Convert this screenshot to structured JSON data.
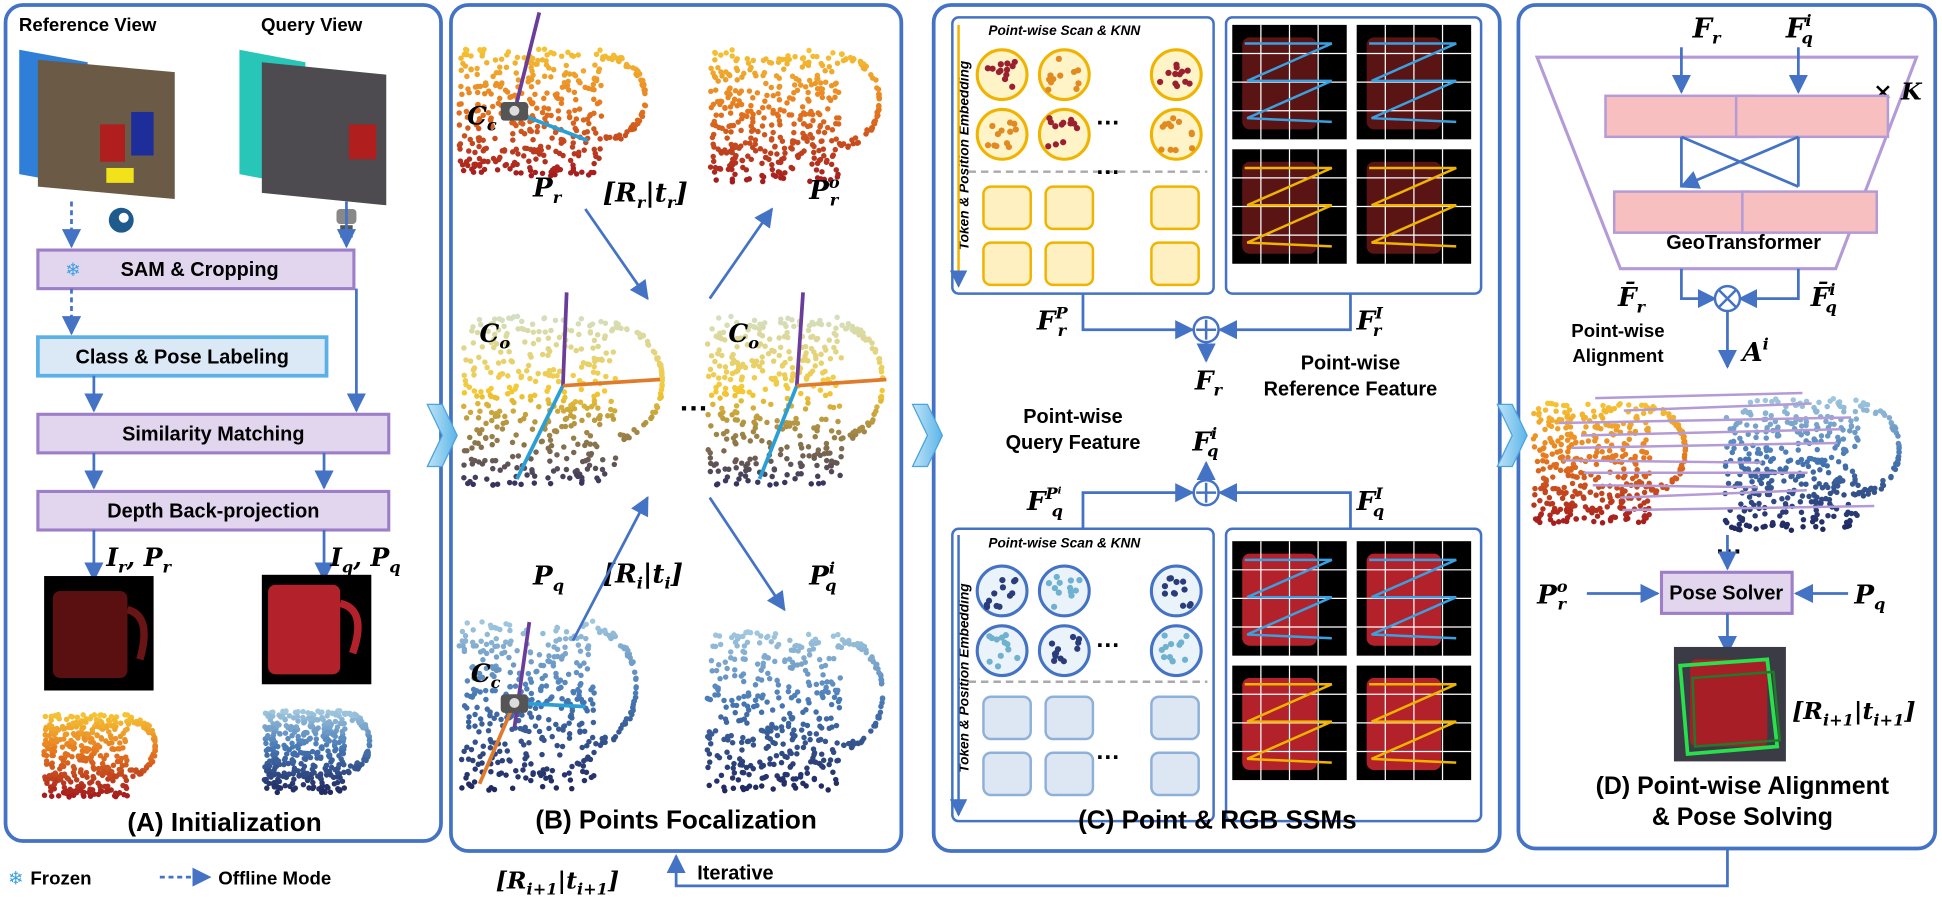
{
  "panels": {
    "a": {
      "title": "(A) Initialization",
      "reference_view": "Reference View",
      "query_view": "Query View",
      "steps": [
        "SAM & Cropping",
        "Class & Pose Labeling",
        "Similarity Matching",
        "Depth Back-projection"
      ],
      "frozen_icon": "❄",
      "ref_out": [
        {
          "base": "I",
          "sub": "r"
        },
        {
          "sep": ", "
        },
        {
          "base": "P",
          "sub": "r"
        }
      ],
      "query_out": [
        {
          "base": "I",
          "sub": "q"
        },
        {
          "sep": ", "
        },
        {
          "base": "P",
          "sub": "q"
        }
      ]
    },
    "b": {
      "title": "(B) Points Focalization",
      "labels": {
        "Pr": [
          {
            "base": "P",
            "sub": "r"
          }
        ],
        "Rr": [
          {
            "sep": "["
          },
          {
            "base": "R",
            "sub": "r"
          },
          {
            "sep": "|"
          },
          {
            "base": "t",
            "sub": "r"
          },
          {
            "sep": "]"
          }
        ],
        "Pro": [
          {
            "base": "P",
            "sub": "r",
            "sup": "o"
          }
        ],
        "Co": [
          {
            "base": "C",
            "sub": "o"
          }
        ],
        "Cc": [
          {
            "base": "C",
            "sub": "c"
          }
        ],
        "Pq": [
          {
            "base": "P",
            "sub": "q"
          }
        ],
        "Ri": [
          {
            "sep": "["
          },
          {
            "base": "R",
            "sub": "i"
          },
          {
            "sep": "|"
          },
          {
            "base": "t",
            "sub": "i"
          },
          {
            "sep": "]"
          }
        ],
        "Pqi": [
          {
            "base": "P",
            "sub": "q",
            "sup": "i"
          }
        ]
      },
      "ellipsis": "…"
    },
    "c": {
      "title": "(C) Point & RGB SSMs",
      "scan_label": "Point-wise Scan & KNN",
      "embed_label": "Token & Position Embedding",
      "ref_feature": [
        "Point-wise",
        "Reference Feature"
      ],
      "query_feature": [
        "Point-wise",
        "Query Feature"
      ],
      "labels": {
        "FrP": [
          {
            "base": "F",
            "sub": "r",
            "sup": "P"
          }
        ],
        "FrI": [
          {
            "base": "F",
            "sub": "r",
            "sup": "I"
          }
        ],
        "Fr": [
          {
            "base": "F",
            "sub": "r"
          }
        ],
        "Fqi": [
          {
            "base": "F",
            "sub": "q",
            "sup": "i"
          }
        ],
        "FqPi": [
          {
            "base": "F",
            "sub": "q",
            "sup": "Pⁱ"
          }
        ],
        "FqI": [
          {
            "base": "F",
            "sub": "q",
            "sup": "I"
          }
        ]
      },
      "plus": "⊕",
      "ellipsis": "…"
    },
    "d": {
      "title": [
        "(D) Point-wise Alignment",
        "& Pose Solving"
      ],
      "geotransformer": "GeoTransformer",
      "times_k": "× K",
      "alignment": [
        "Point-wise",
        "Alignment"
      ],
      "pose_solver": "Pose Solver",
      "otimes": "⊗",
      "ellipsis": "…",
      "labels": {
        "Fr": [
          {
            "base": "F",
            "sub": "r"
          }
        ],
        "Fqi": [
          {
            "base": "F",
            "sub": "q",
            "sup": "i"
          }
        ],
        "Frbar": [
          {
            "base": "F̄",
            "sub": "r"
          }
        ],
        "Fqibar": [
          {
            "base": "F̄",
            "sub": "q",
            "sup": "i"
          }
        ],
        "Ai": [
          {
            "base": "A",
            "sup": "i"
          }
        ],
        "Pro": [
          {
            "base": "P",
            "sub": "r",
            "sup": "o"
          }
        ],
        "Pq": [
          {
            "base": "P",
            "sub": "q"
          }
        ],
        "Rnext": [
          {
            "sep": "["
          },
          {
            "base": "R",
            "sub": "i+1"
          },
          {
            "sep": "|"
          },
          {
            "base": "t",
            "sub": "i+1"
          },
          {
            "sep": "]"
          }
        ]
      }
    }
  },
  "legend": {
    "frozen": "Frozen",
    "offline": "Offline Mode",
    "frozen_icon": "❄"
  },
  "feedback": {
    "label": [
      {
        "sep": "["
      },
      {
        "base": "R",
        "sub": "i+1"
      },
      {
        "sep": "|"
      },
      {
        "base": "t",
        "sub": "i+1"
      },
      {
        "sep": "]"
      }
    ],
    "iterative": "Iterative"
  },
  "colors": {
    "panel_border": "#4472c4",
    "purple": "#9c7fc6",
    "pink": "#f8bfc0",
    "warm": "#f5b800",
    "cool": "#2a3d7a"
  }
}
